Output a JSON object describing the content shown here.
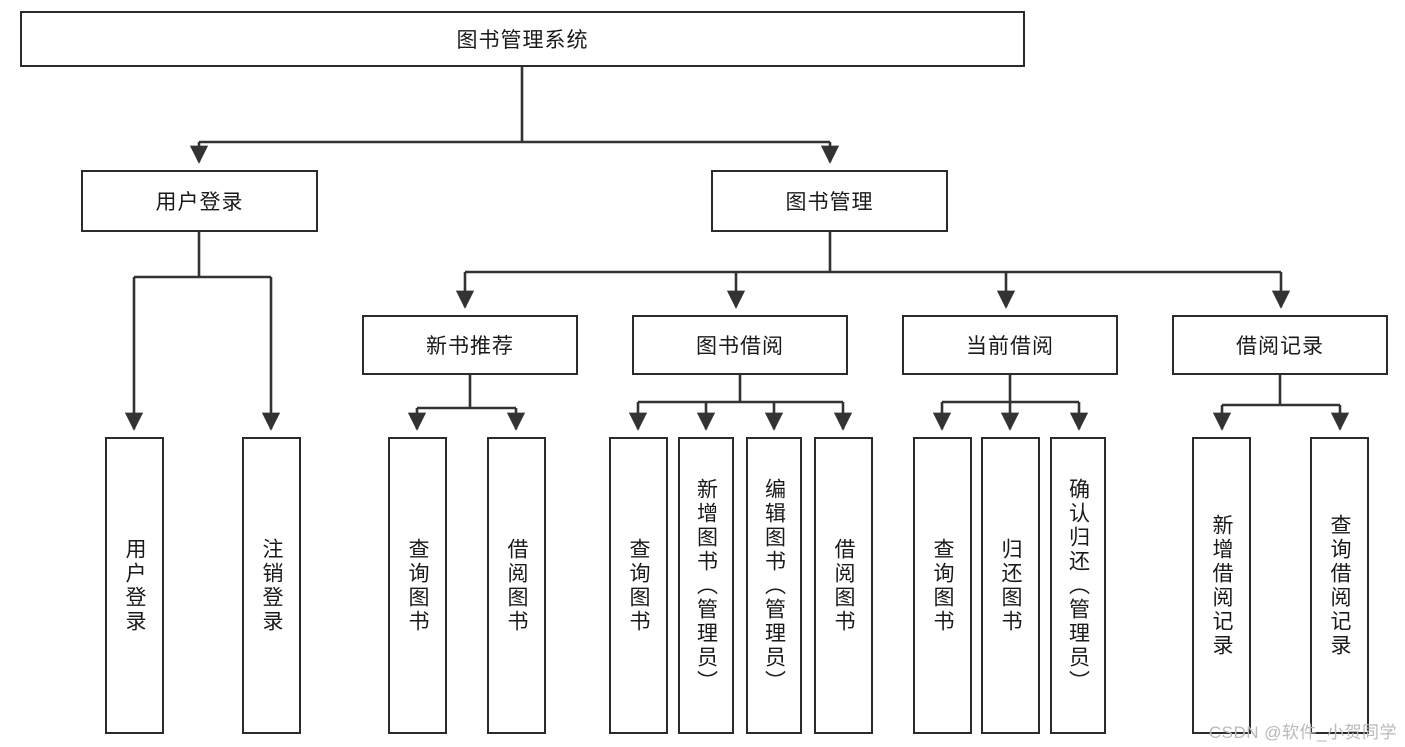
{
  "diagram": {
    "title": "图书管理系统",
    "watermark": "CSDN @软件_小贺同学",
    "colors": {
      "box_border": "#2b2b2b",
      "box_fill": "#ffffff",
      "edge": "#333333",
      "text": "#1a1a1a",
      "watermark": "#b9b9b9",
      "background": "#ffffff"
    },
    "levels": {
      "root": {
        "label": "图书管理系统"
      },
      "level2": [
        {
          "label": "用户登录"
        },
        {
          "label": "图书管理"
        }
      ],
      "level3": [
        {
          "label": "新书推荐"
        },
        {
          "label": "图书借阅"
        },
        {
          "label": "当前借阅"
        },
        {
          "label": "借阅记录"
        }
      ],
      "leaves": {
        "user_login": [
          {
            "label": "用户登录"
          },
          {
            "label": "注销登录"
          }
        ],
        "new_book_recommend": [
          {
            "label": "查询图书"
          },
          {
            "label": "借阅图书"
          }
        ],
        "book_borrow": [
          {
            "label": "查询图书"
          },
          {
            "label": "新增图书（管理员）"
          },
          {
            "label": "编辑图书（管理员）"
          },
          {
            "label": "借阅图书"
          }
        ],
        "current_borrow": [
          {
            "label": "查询图书"
          },
          {
            "label": "归还图书"
          },
          {
            "label": "确认归还（管理员）"
          }
        ],
        "borrow_record": [
          {
            "label": "新增借阅记录"
          },
          {
            "label": "查询借阅记录"
          }
        ]
      }
    }
  }
}
